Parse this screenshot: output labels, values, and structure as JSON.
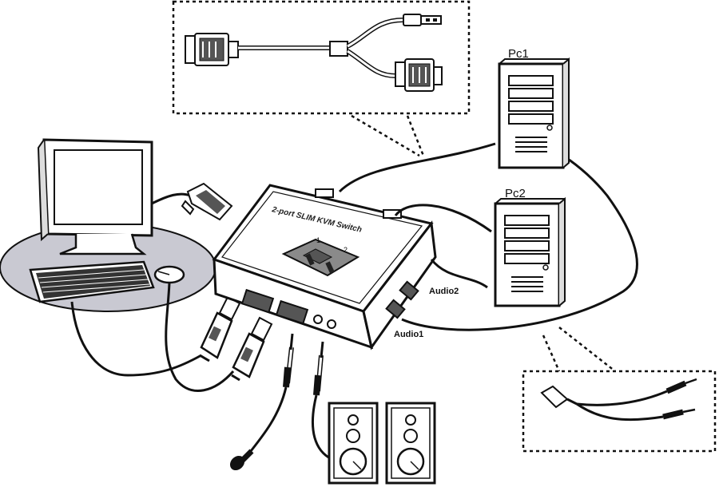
{
  "labels": {
    "pc1": "Pc1",
    "pc2": "Pc2",
    "audio1": "Audio1",
    "audio2": "Audio2"
  },
  "switch": {
    "brand": "2-port SLIM KVM Switch",
    "port1": "1",
    "port2": "2"
  },
  "colors": {
    "line": "#111111",
    "device_fill": "#ffffff",
    "desk_shadow": "#c9c9d2",
    "panel_gray": "#8a8a8a"
  },
  "components": [
    {
      "name": "monitor",
      "icon": "monitor-icon"
    },
    {
      "name": "keyboard",
      "icon": "keyboard-icon"
    },
    {
      "name": "mouse",
      "icon": "mouse-icon"
    },
    {
      "name": "vga-connector",
      "icon": "vga-connector-icon"
    },
    {
      "name": "kvm-switch",
      "icon": "kvm-switch-icon"
    },
    {
      "name": "usb-plug",
      "icon": "usb-plug-icon",
      "count": 2
    },
    {
      "name": "audio-jack",
      "icon": "audio-jack-icon",
      "count": 2
    },
    {
      "name": "microphone",
      "icon": "microphone-icon"
    },
    {
      "name": "speaker",
      "icon": "speaker-icon",
      "count": 2
    },
    {
      "name": "pc-tower",
      "icon": "pc-tower-icon",
      "count": 2
    },
    {
      "name": "kvm-cable-detail",
      "icon": "kvm-cable-icon"
    },
    {
      "name": "audio-cable-detail",
      "icon": "audio-cable-icon"
    }
  ]
}
